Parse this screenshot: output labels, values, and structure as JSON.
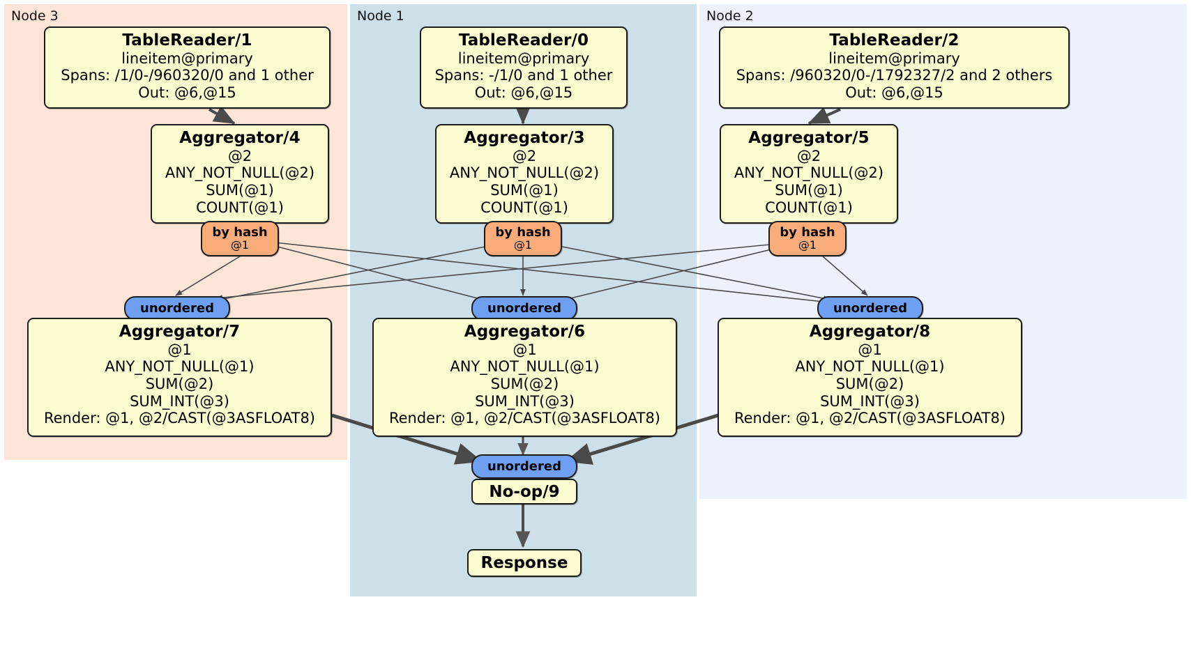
{
  "diagram": {
    "type": "distributed-query-plan",
    "colors": {
      "node3_bg": "#fce4d6",
      "node1_bg": "#cddfe9",
      "node2_bg": "#ecf1fb",
      "processor_fill": "#fbfbcf",
      "processor_stroke": "#1d1d1d",
      "hash_router_fill": "#f9ab79",
      "unordered_synchronizer_fill": "#6e9ff0",
      "edge_stroke": "#4a4a4a"
    }
  },
  "clusters": [
    {
      "id": "node3",
      "label": "Node 3"
    },
    {
      "id": "node1",
      "label": "Node 1"
    },
    {
      "id": "node2",
      "label": "Node 2"
    }
  ],
  "processors": {
    "tablereader1": {
      "title": "TableReader/1",
      "lines": [
        "lineitem@primary",
        "Spans: /1/0-/960320/0 and 1 other",
        "Out: @6,@15"
      ]
    },
    "tablereader0": {
      "title": "TableReader/0",
      "lines": [
        "lineitem@primary",
        "Spans: -/1/0 and 1 other",
        "Out: @6,@15"
      ]
    },
    "tablereader2": {
      "title": "TableReader/2",
      "lines": [
        "lineitem@primary",
        "Spans: /960320/0-/1792327/2 and 2 others",
        "Out: @6,@15"
      ]
    },
    "aggregator4": {
      "title": "Aggregator/4",
      "lines": [
        "@2",
        "ANY_NOT_NULL(@2)",
        "SUM(@1)",
        "COUNT(@1)"
      ]
    },
    "aggregator3": {
      "title": "Aggregator/3",
      "lines": [
        "@2",
        "ANY_NOT_NULL(@2)",
        "SUM(@1)",
        "COUNT(@1)"
      ]
    },
    "aggregator5": {
      "title": "Aggregator/5",
      "lines": [
        "@2",
        "ANY_NOT_NULL(@2)",
        "SUM(@1)",
        "COUNT(@1)"
      ]
    },
    "aggregator7": {
      "title": "Aggregator/7",
      "lines": [
        "@1",
        "ANY_NOT_NULL(@1)",
        "SUM(@2)",
        "SUM_INT(@3)",
        "Render: @1, @2/CAST(@3ASFLOAT8)"
      ]
    },
    "aggregator6": {
      "title": "Aggregator/6",
      "lines": [
        "@1",
        "ANY_NOT_NULL(@1)",
        "SUM(@2)",
        "SUM_INT(@3)",
        "Render: @1, @2/CAST(@3ASFLOAT8)"
      ]
    },
    "aggregator8": {
      "title": "Aggregator/8",
      "lines": [
        "@1",
        "ANY_NOT_NULL(@1)",
        "SUM(@2)",
        "SUM_INT(@3)",
        "Render: @1, @2/CAST(@3ASFLOAT8)"
      ]
    },
    "noop9": {
      "title": "No-op/9"
    },
    "response": {
      "title": "Response"
    }
  },
  "routers": {
    "hash4": {
      "label": "by hash",
      "column": "@1"
    },
    "hash3": {
      "label": "by hash",
      "column": "@1"
    },
    "hash5": {
      "label": "by hash",
      "column": "@1"
    }
  },
  "synchronizers": {
    "unordered7": {
      "label": "unordered"
    },
    "unordered6": {
      "label": "unordered"
    },
    "unordered8": {
      "label": "unordered"
    },
    "unordered9": {
      "label": "unordered"
    }
  }
}
